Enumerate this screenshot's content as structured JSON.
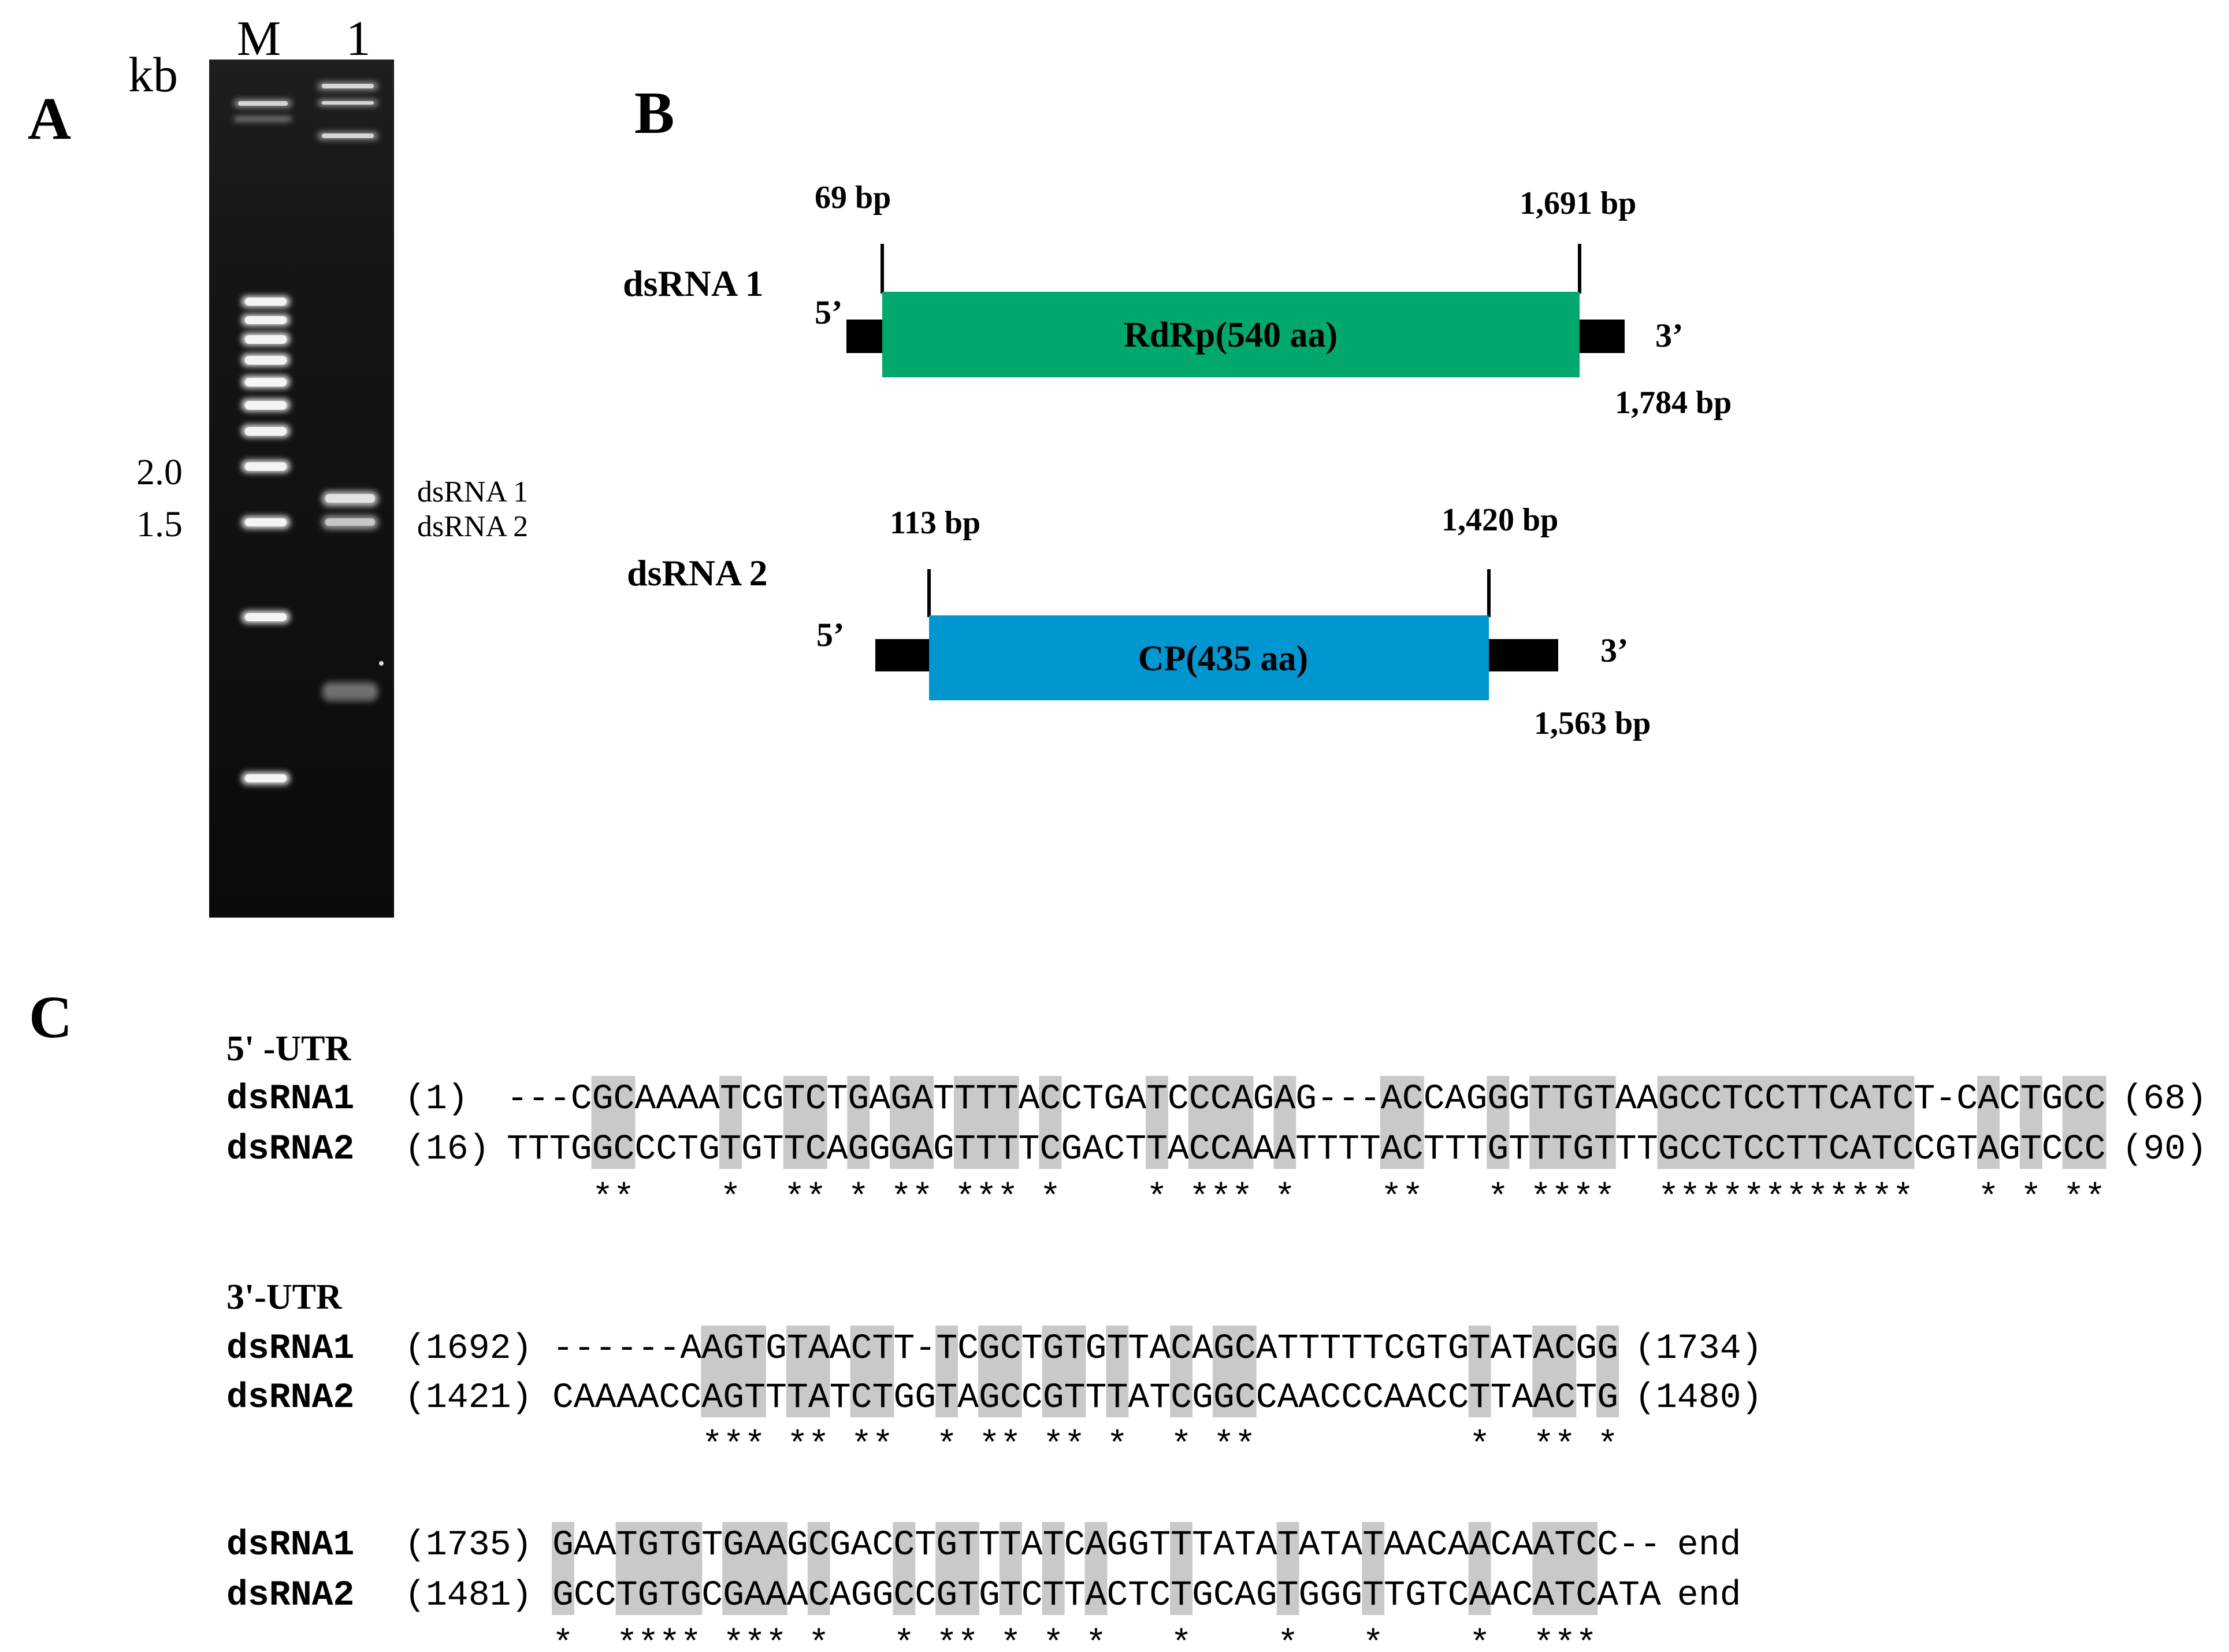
{
  "panel_a": {
    "panel_letter": "A",
    "unit": "kb",
    "lane_labels": [
      "M",
      "1"
    ],
    "marker_labels": [
      "2.0",
      "1.5"
    ],
    "band_labels": [
      "dsRNA 1",
      "dsRNA 2"
    ]
  },
  "panel_b": {
    "panel_letter": "B",
    "constructs": [
      {
        "name": "dsRNA 1",
        "orf_label": "RdRp(540 aa)",
        "start_label": "69 bp",
        "stop_label": "1,691 bp",
        "end_label": "1,784 bp",
        "five_prime": "5’",
        "three_prime": "3’",
        "color": "#00A86B"
      },
      {
        "name": "dsRNA 2",
        "orf_label": "CP(435 aa)",
        "start_label": "113 bp",
        "stop_label": "1,420 bp",
        "end_label": "1,563 bp",
        "five_prime": "5’",
        "three_prime": "3’",
        "color": "#0096CF"
      }
    ]
  },
  "panel_c": {
    "panel_letter": "C",
    "blocks": [
      {
        "title": "5' -UTR",
        "rows": [
          {
            "name": "dsRNA1",
            "start": "(1)",
            "seq": "---CGCAAAATCGTCTGAGATTTTACCTGATCCCAGAG---ACCAGGGTTGTAAGCCTCCTTCATCT-CACTGCC",
            "end": "(68)"
          },
          {
            "name": "dsRNA2",
            "start": "(16)",
            "seq": "TTTGGCCCTGTGTTCAGGGAGTTTTCGACTTACCAAATTTTACTTTGTTTGTTTGCCTCCTTCATCCGTAGTCCC",
            "end": "(90)"
          }
        ]
      },
      {
        "title": "3'-UTR",
        "rows": [
          {
            "name": "dsRNA1",
            "start": "(1692)",
            "seq": "------AAGTGTAACTT-TCGCTGTGTTACAGCATTTTTCGTGTATACGG",
            "end": "(1734)"
          },
          {
            "name": "dsRNA2",
            "start": "(1421)",
            "seq": "CAAAACCAGTTTATCTGGTAGCCGTTTATCGGCCAACCCAACCTTAACTG",
            "end": "(1480)"
          }
        ]
      },
      {
        "title": "",
        "rows": [
          {
            "name": "dsRNA1",
            "start": "(1735)",
            "seq": "GAATGTGTGAAGCGACCTGTTTATCAGGTTTATATATATAACAACAATCC--",
            "end": "end"
          },
          {
            "name": "dsRNA2",
            "start": "(1481)",
            "seq": "GCCTGTGCGAAACAGGCCGTGTCTTACTCTGCAGTGGGTTGTCAACATCATA",
            "end": "end"
          }
        ]
      }
    ]
  }
}
